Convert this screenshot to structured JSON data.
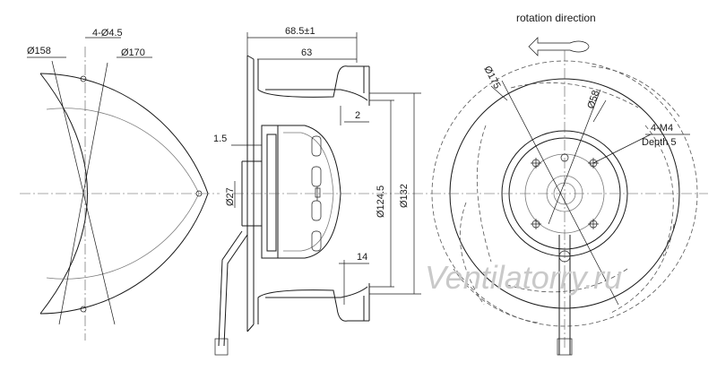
{
  "watermark": "Ventilatorry.ru",
  "left_view": {
    "labels": {
      "d158": "Ø158",
      "holes": "4-Ø4.5",
      "d170": "Ø170"
    }
  },
  "side_view": {
    "labels": {
      "overall_depth": "68.5±1",
      "depth": "63",
      "gap": "2",
      "flange": "1.5",
      "shaft": "Ø27",
      "height": "14",
      "d124": "Ø124.5",
      "d132": "Ø132"
    }
  },
  "front_view": {
    "labels": {
      "rotation": "rotation direction",
      "d175": "Ø175",
      "d58": "Ø58",
      "thread": "4-M4",
      "depth": "Depth 5"
    }
  }
}
